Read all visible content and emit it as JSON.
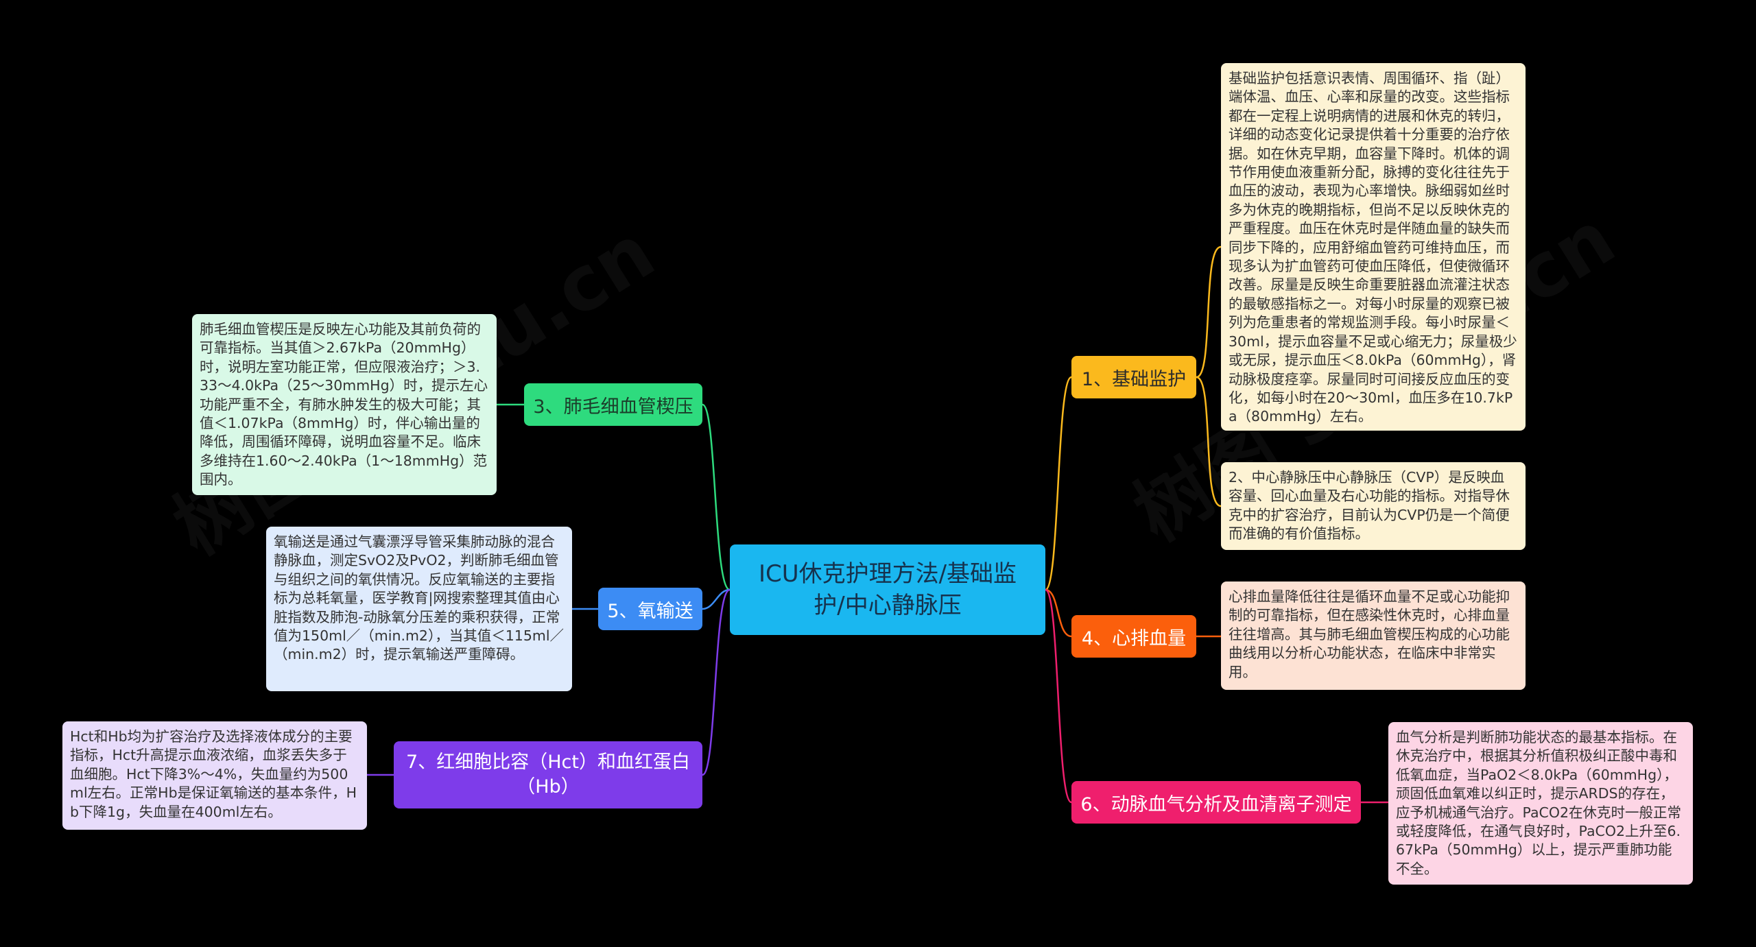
{
  "colors": {
    "background": "#000000",
    "center": "#1ab7f0",
    "branch_1": "#fbb91d",
    "branch_3": "#2edb7e",
    "branch_4": "#fb5f0c",
    "branch_5": "#3c8cf4",
    "branch_6": "#ef1f6d",
    "branch_7": "#7e3cea"
  },
  "watermark": {
    "text_1": "树图 shutu.cn",
    "text_2": "树图 shutu.cn"
  },
  "center": {
    "title": "ICU休克护理方法/基础监护/中心静脉压"
  },
  "branches": {
    "b1": {
      "label": "1、基础监护",
      "note_1": "基础监护包括意识表情、周围循环、指（趾）端体温、血压、心率和尿量的改变。这些指标都在一定程上说明病情的进展和休克的转归，详细的动态变化记录提供着十分重要的治疗依据。如在休克早期，血容量下降时。机体的调节作用使血液重新分配，脉搏的变化往往先于血压的波动，表现为心率增快。脉细弱如丝时多为休克的晚期指标，但尚不足以反映休克的严重程度。血压在休克时是伴随血量的缺失而同步下降的，应用舒缩血管药可维持血压，而现多认为扩血管药可使血压降低，但使微循环改善。尿量是反映生命重要脏器血流灌注状态的最敏感指标之一。对每小时尿量的观察已被列为危重患者的常规监测手段。每小时尿量＜30ml，提示血容量不足或心缩无力；尿量极少或无尿，提示血压＜8.0kPa（60mmHg），肾动脉极度痉挛。尿量同时可间接反应血压的变化，如每小时在20～30ml，血压多在10.7kPa（80mmHg）左右。",
      "note_2": "2、中心静脉压中心静脉压（CVP）是反映血容量、回心血量及右心功能的指标。对指导休克中的扩容治疗，目前认为CVP仍是一个简便而准确的有价值指标。"
    },
    "b3": {
      "label": "3、肺毛细血管楔压",
      "note": "肺毛细血管楔压是反映左心功能及其前负荷的可靠指标。当其值＞2.67kPa（20mmHg）时，说明左室功能正常，但应限液治疗；＞3.33～4.0kPa（25～30mmHg）时，提示左心功能严重不全，有肺水肿发生的极大可能；其值＜1.07kPa（8mmHg）时，伴心输出量的降低，周围循环障碍，说明血容量不足。临床多维持在1.60～2.40kPa（1～18mmHg）范围内。"
    },
    "b4": {
      "label": "4、心排血量",
      "note": "心排血量降低往往是循环血量不足或心功能抑制的可靠指标，但在感染性休克时，心排血量往往增高。其与肺毛细血管楔压构成的心功能曲线用以分析心功能状态，在临床中非常实用。"
    },
    "b5": {
      "label": "5、氧输送",
      "note": "氧输送是通过气囊漂浮导管采集肺动脉的混合静脉血，测定SvO2及PvO2，判断肺毛细血管与组织之间的氧供情况。反应氧输送的主要指标为总耗氧量，医学教育|网搜索整理其值由心脏指数及肺泡-动脉氧分压差的乘积获得，正常值为150ml／（min.m2），当其值＜115ml／（min.m2）时，提示氧输送严重障碍。"
    },
    "b6": {
      "label": "6、动脉血气分析及血清离子测定",
      "note": "血气分析是判断肺功能状态的最基本指标。在休克治疗中，根据其分析值积极纠正酸中毒和低氧血症，当PaO2＜8.0kPa（60mmHg），顽固低血氧难以纠正时，提示ARDS的存在，应予机械通气治疗。PaCO2在休克时一般正常或轻度降低，在通气良好时，PaCO2上升至6.67kPa（50mmHg）以上，提示严重肺功能不全。"
    },
    "b7": {
      "label": "7、红细胞比容（Hct）和血红蛋白（Hb）",
      "note": "Hct和Hb均为扩容治疗及选择液体成分的主要指标，Hct升高提示血液浓缩，血浆丢失多于血细胞。Hct下降3%～4%，失血量约为500ml左右。正常Hb是保证氧输送的基本条件，Hb下降1g，失血量在400ml左右。"
    }
  }
}
